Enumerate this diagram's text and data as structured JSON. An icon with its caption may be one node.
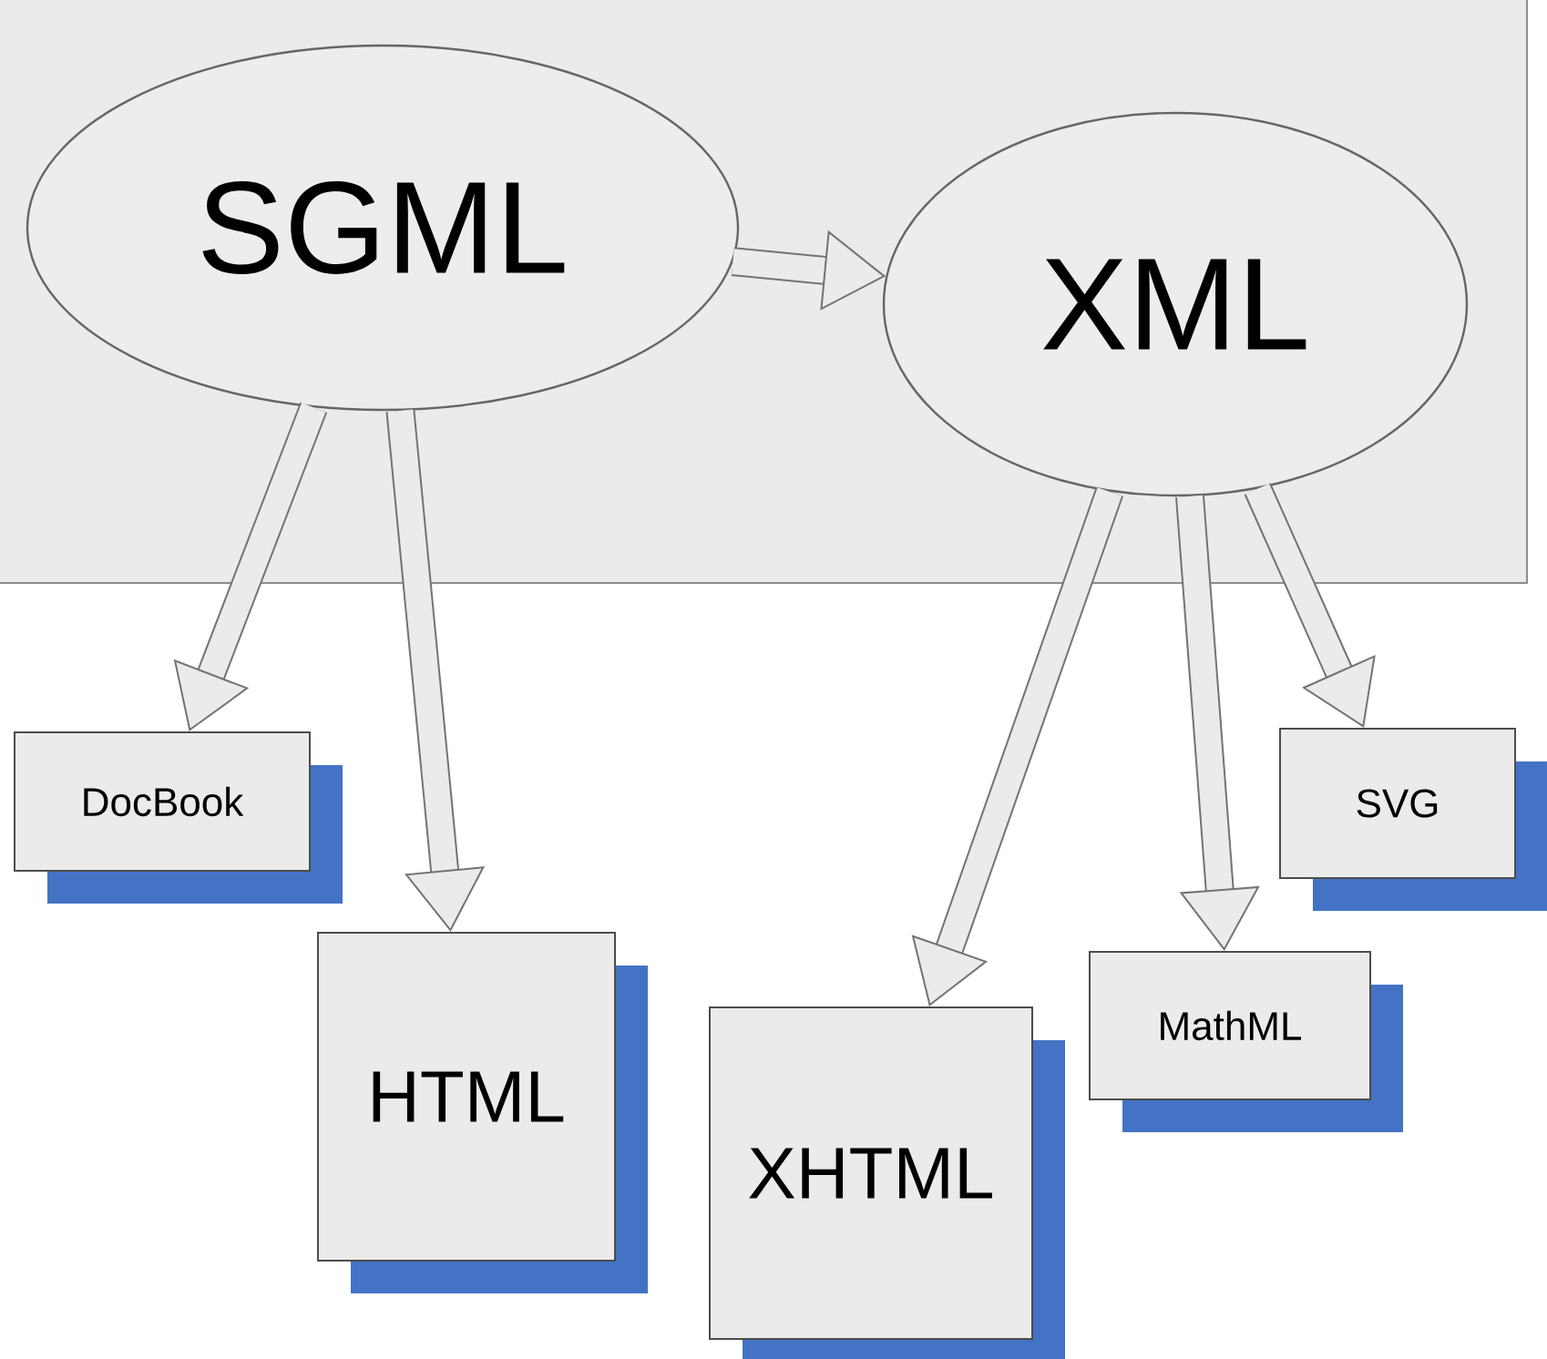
{
  "diagram": {
    "nodes": [
      {
        "text": [
          "SGML"
        ]
      },
      {
        "text": [
          "XML"
        ]
      },
      {
        "text": [
          "DocBook"
        ]
      },
      {
        "text": [
          "HTML"
        ]
      },
      {
        "text": [
          "XHTML"
        ]
      },
      {
        "text": [
          "MathML"
        ]
      },
      {
        "text": [
          "SVG"
        ]
      }
    ],
    "edges": [
      {
        "from": 0,
        "to": 1,
        "arrow": "to"
      },
      {
        "from": 0,
        "to": 2,
        "arrow": "to"
      },
      {
        "from": 0,
        "to": 3,
        "arrow": "to"
      },
      {
        "from": 1,
        "to": 4,
        "arrow": "to"
      },
      {
        "from": 1,
        "to": 5,
        "arrow": "to"
      },
      {
        "from": 1,
        "to": 6,
        "arrow": "to"
      }
    ]
  }
}
